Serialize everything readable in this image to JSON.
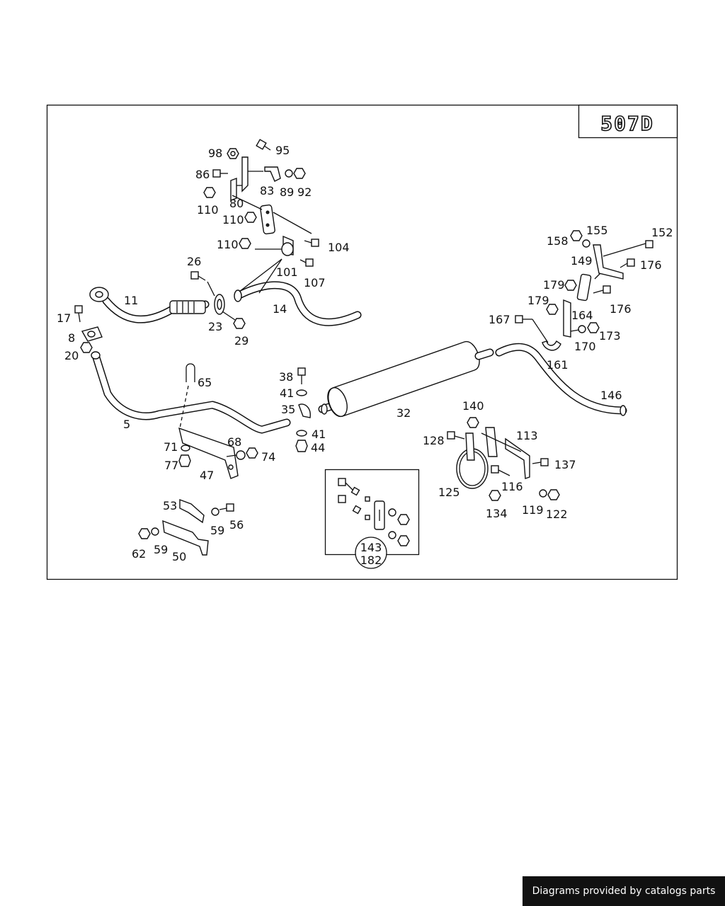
{
  "diagram_code": "507D",
  "callouts": {
    "c98": "98",
    "c95": "95",
    "c86": "86",
    "c83": "83",
    "c89": "89",
    "c92": "92",
    "c80": "80",
    "c110a": "110",
    "c110b": "110",
    "c110c": "110",
    "c104": "104",
    "c101": "101",
    "c107": "107",
    "c26": "26",
    "c11": "11",
    "c14": "14",
    "c17": "17",
    "c8": "8",
    "c20": "20",
    "c23": "23",
    "c29": "29",
    "c38": "38",
    "c41a": "41",
    "c35": "35",
    "c41b": "41",
    "c44": "44",
    "c65": "65",
    "c5": "5",
    "c32": "32",
    "c68": "68",
    "c71": "71",
    "c74": "74",
    "c77": "77",
    "c47": "47",
    "c53": "53",
    "c56": "56",
    "c59a": "59",
    "c62": "62",
    "c59b": "59",
    "c50": "50",
    "c143": "143",
    "c182": "182",
    "c140": "140",
    "c113": "113",
    "c128": "128",
    "c137": "137",
    "c125": "125",
    "c116": "116",
    "c134": "134",
    "c119": "119",
    "c122": "122",
    "c158": "158",
    "c155": "155",
    "c152": "152",
    "c149": "149",
    "c176a": "176",
    "c179a": "179",
    "c176b": "176",
    "c179b": "179",
    "c164": "164",
    "c167": "167",
    "c173": "173",
    "c170": "170",
    "c161": "161",
    "c146": "146"
  },
  "credit": "Diagrams provided by catalogs parts"
}
